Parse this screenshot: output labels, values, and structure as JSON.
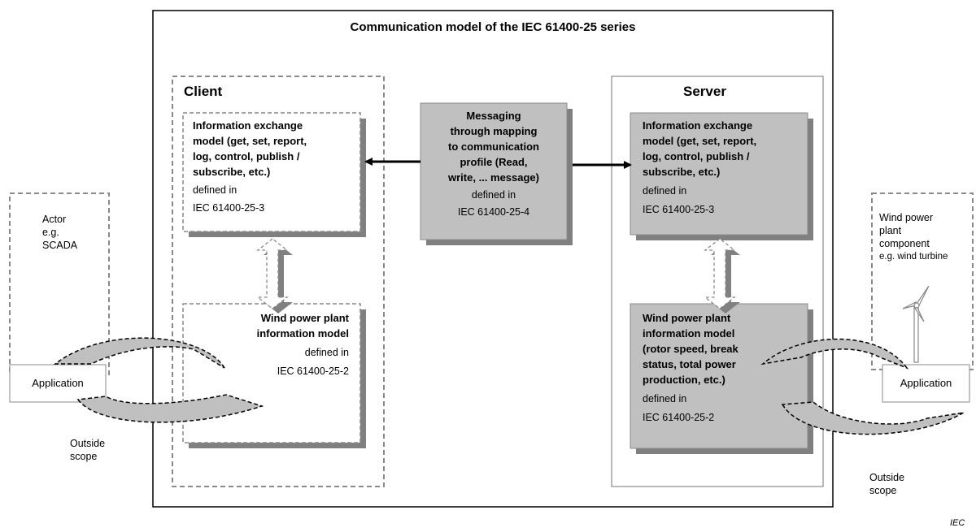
{
  "title": "Communication model of the IEC 61400-25 series",
  "client": {
    "label": "Client",
    "info_exchange": {
      "lines": [
        "Information exchange",
        "model (get, set, report,",
        "log, control, publish /",
        "subscribe, etc.)"
      ],
      "defined_in": "defined in",
      "standard": "IEC 61400-25-3"
    },
    "info_model": {
      "lines": [
        "Wind power plant",
        "information model"
      ],
      "defined_in": "defined in",
      "standard": "IEC 61400-25-2"
    }
  },
  "messaging": {
    "lines": [
      "Messaging",
      "through mapping",
      "to communication",
      "profile (Read,",
      "write, ... message)"
    ],
    "defined_in": "defined in",
    "standard": "IEC 61400-25-4"
  },
  "server": {
    "label": "Server",
    "info_exchange": {
      "lines": [
        "Information exchange",
        "model (get, set, report,",
        "log, control, publish /",
        "subscribe, etc.)"
      ],
      "defined_in": "defined in",
      "standard": "IEC 61400-25-3"
    },
    "info_model": {
      "lines": [
        "Wind power plant",
        "information model",
        "(rotor speed, break",
        "status, total power",
        "production, etc.)"
      ],
      "defined_in": "defined in",
      "standard": "IEC 61400-25-2"
    }
  },
  "left_actor": {
    "lines": [
      "Actor",
      "e.g.",
      "SCADA"
    ],
    "application": "Application",
    "outside": [
      "Outside",
      "scope"
    ]
  },
  "right_actor": {
    "lines": [
      "Wind power",
      "plant",
      "component",
      "e.g. wind turbine"
    ],
    "application": "Application",
    "outside": [
      "Outside",
      "scope"
    ]
  },
  "footer_tag": "IEC",
  "colors": {
    "gray_fill": "#c0c0c0",
    "shadow": "#808080",
    "dash": "#8a8a8a",
    "border": "#000000"
  }
}
